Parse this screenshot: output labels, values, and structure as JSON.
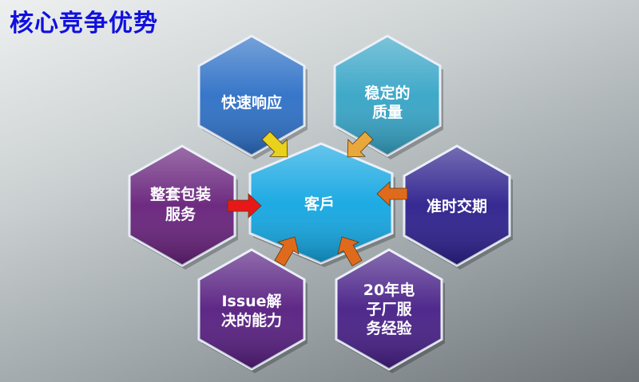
{
  "title": "核心竞争优势",
  "center": {
    "label": "客戶",
    "color": "#12a6e2"
  },
  "nodes": [
    {
      "lines": [
        "快速响应"
      ],
      "color": "#2c6fc6"
    },
    {
      "lines": [
        "稳定的",
        "质量"
      ],
      "color": "#35a4c6"
    },
    {
      "lines": [
        "准时交期"
      ],
      "color": "#2b1e8c"
    },
    {
      "lines": [
        "20年电",
        "子厂服",
        "务经验"
      ],
      "color": "#461e86"
    },
    {
      "lines": [
        "Issue解",
        "决的能力"
      ],
      "color": "#561d80"
    },
    {
      "lines": [
        "整套包装",
        "服务"
      ],
      "color": "#66207a"
    }
  ],
  "arrow_colors": {
    "yellow": "#e8d21c",
    "gold": "#e8a83c",
    "orange": "#e06a1c",
    "red": "#e81818"
  }
}
